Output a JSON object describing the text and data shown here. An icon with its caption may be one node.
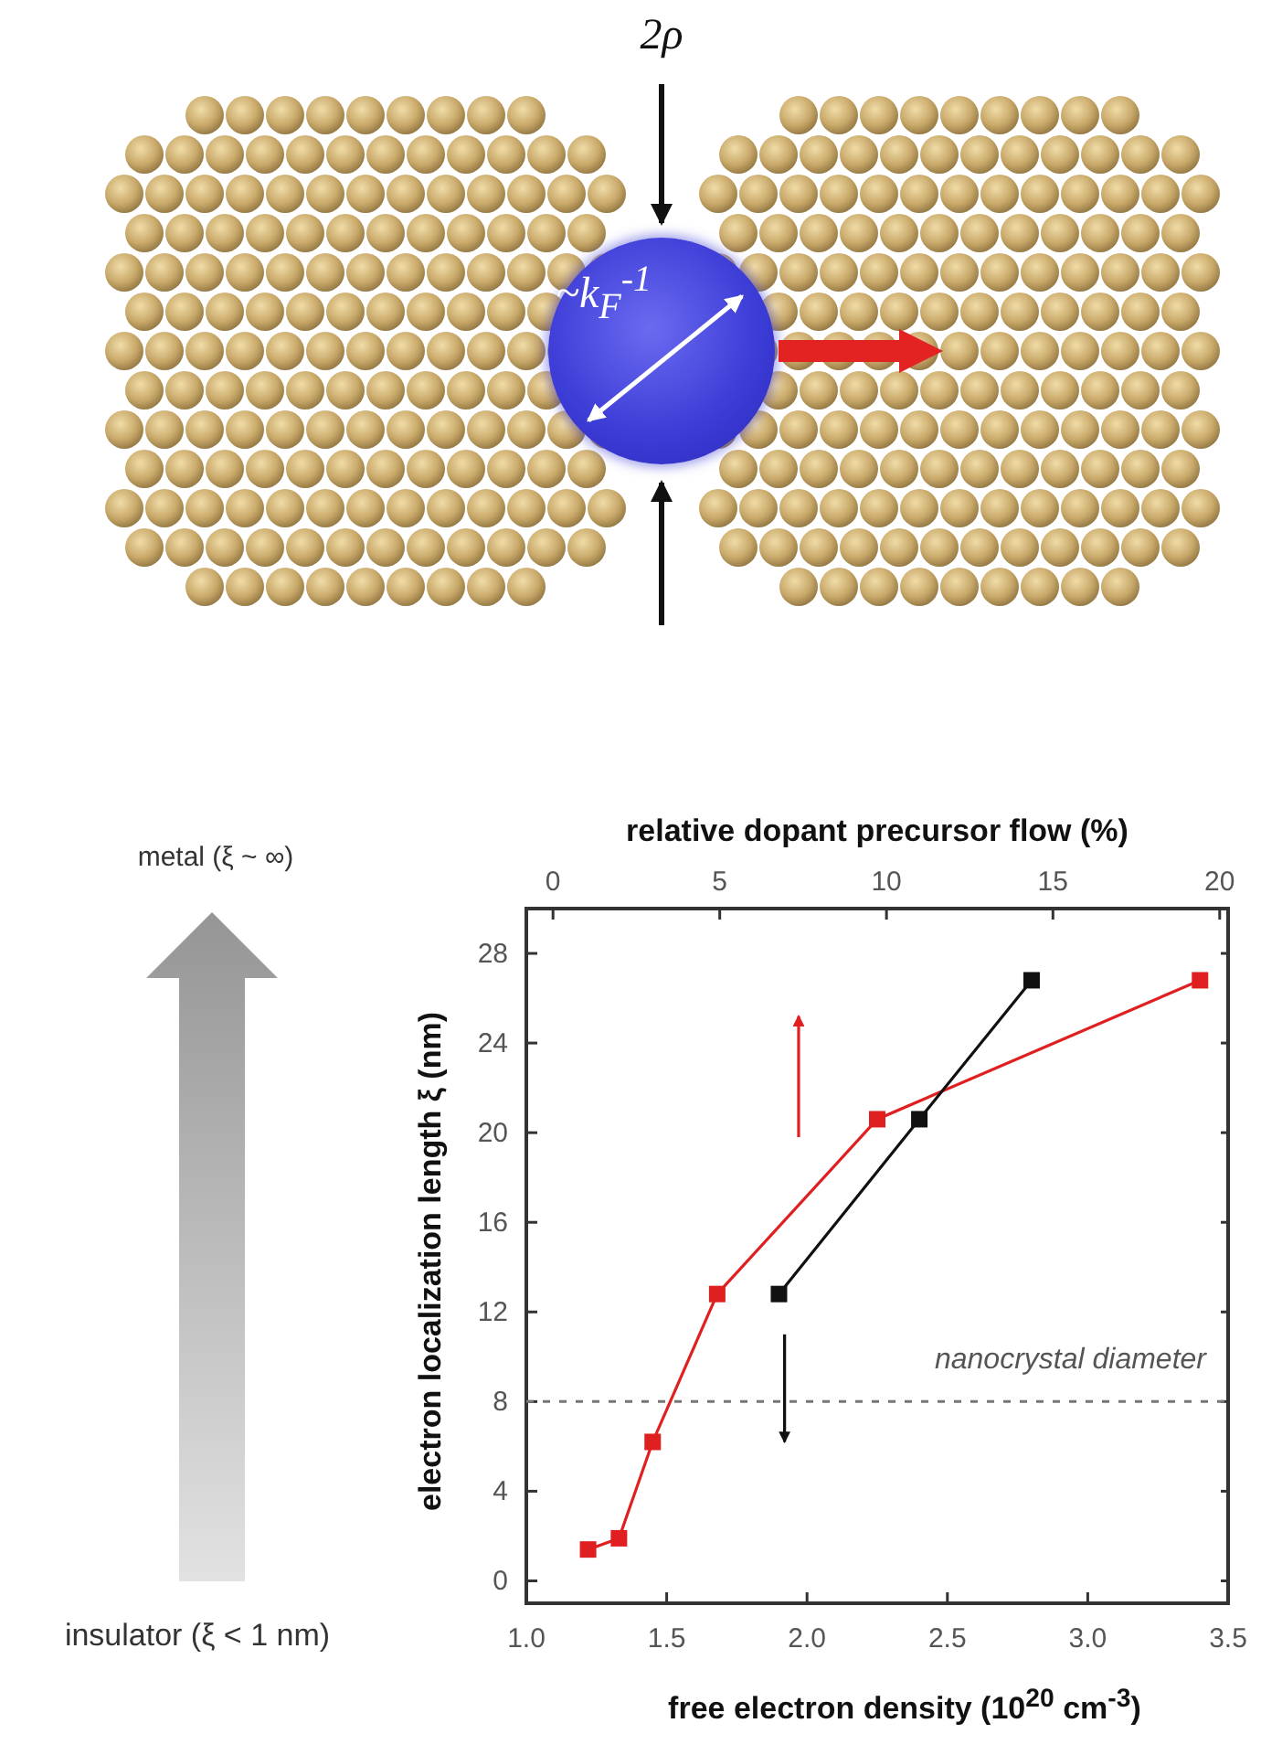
{
  "diagram": {
    "nodes": [
      {
        "text": [
          "~k$_{F}$$^{-1}$"
        ]
      }
    ],
    "labels": [
      "2ρ",
      "metal (ξ ~ ∞)",
      "insulator (ξ < 1 nm)",
      "relative dopant precursor flow (%)",
      "0",
      "5",
      "10",
      "15",
      "20"
    ],
    "chart_data": {
      "type": "line",
      "xlabel": "free electron density (10$^{20}$ cm$^{-3}$)",
      "ylabel": "electron localization length ξ (nm)",
      "x": [
        1.22,
        1.33,
        1.45,
        1.68,
        1.9,
        2.25,
        2.4,
        2.8,
        3.4
      ],
      "series": [
        {
          "color": "#e02020",
          "marker": "square",
          "values": [
            1.4,
            1.9,
            6.2,
            12.8,
            null,
            20.6,
            null,
            null,
            26.8
          ]
        },
        {
          "color": "#111111",
          "marker": "square",
          "values": [
            null,
            null,
            null,
            null,
            12.8,
            null,
            20.6,
            26.8,
            null
          ]
        }
      ],
      "xlim": [
        1.0,
        3.5
      ],
      "ylim": [
        -1,
        30
      ],
      "xticks": [
        {
          "value": 1,
          "label": "1.0"
        },
        {
          "value": 1.5,
          "label": "1.5"
        },
        {
          "value": 2,
          "label": "2.0"
        },
        {
          "value": 2.5,
          "label": "2.5"
        },
        {
          "value": 3,
          "label": "3.0"
        },
        {
          "value": 3.5,
          "label": "3.5"
        }
      ],
      "yticks": [
        0,
        4,
        8,
        12,
        16,
        20,
        24,
        28
      ],
      "annotations": [
        "nanocrystal diameter"
      ]
    }
  }
}
